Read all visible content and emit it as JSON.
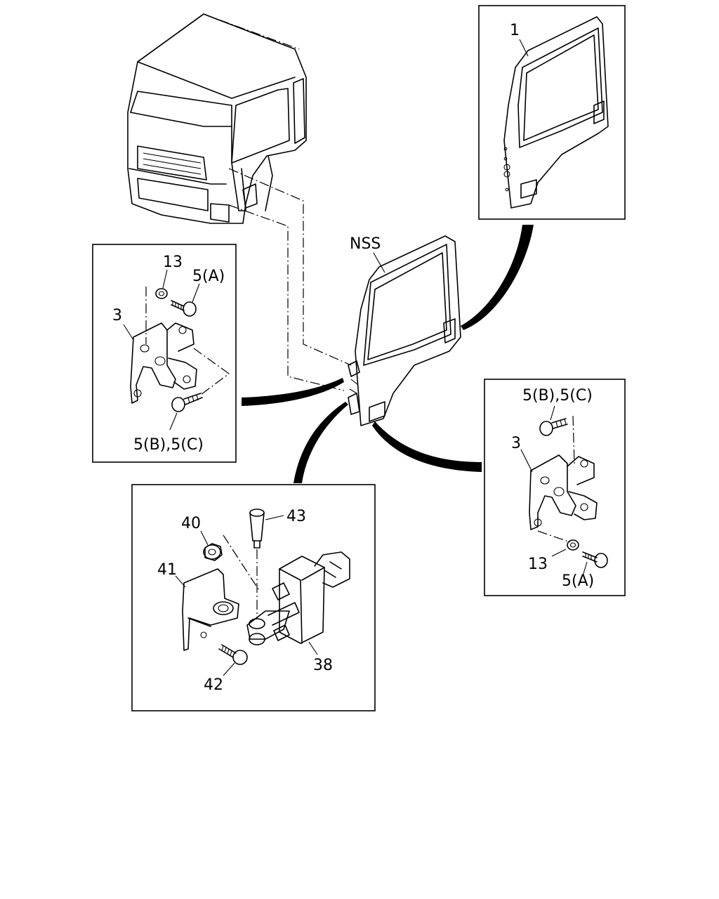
{
  "labels": {
    "door_assembly": "1",
    "door_nss": "NSS",
    "hinge_left_nut": "13",
    "hinge_left_upper_bolt": "5(A)",
    "hinge_left_part": "3",
    "hinge_left_lower_bolt": "5(B),5(C)",
    "hinge_right_upper_bolt": "5(B),5(C)",
    "hinge_right_part": "3",
    "hinge_right_nut": "13",
    "hinge_right_lower_bolt": "5(A)",
    "checker_nut": "40",
    "checker_pin": "43",
    "checker_bracket": "41",
    "checker_body": "38",
    "checker_bolt": "42"
  }
}
